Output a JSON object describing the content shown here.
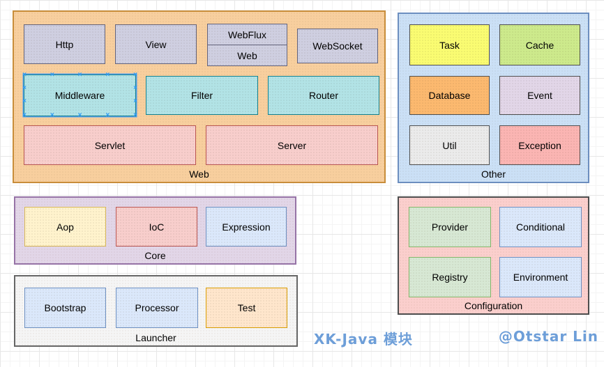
{
  "footer": {
    "diagram_title": "XK-Java 模块",
    "credit": "@Otstar Lin"
  },
  "selection": {
    "selected_module": "Middleware"
  },
  "modules": {
    "web": {
      "label": "Web",
      "items": {
        "http": "Http",
        "view": "View",
        "webflux": "WebFlux",
        "web": "Web",
        "websocket": "WebSocket",
        "middleware": "Middleware",
        "filter": "Filter",
        "router": "Router",
        "servlet": "Servlet",
        "server": "Server"
      }
    },
    "other": {
      "label": "Other",
      "items": {
        "task": "Task",
        "cache": "Cache",
        "database": "Database",
        "event": "Event",
        "util": "Util",
        "exception": "Exception"
      }
    },
    "core": {
      "label": "Core",
      "items": {
        "aop": "Aop",
        "ioc": "IoC",
        "expression": "Expression"
      }
    },
    "launcher": {
      "label": "Launcher",
      "items": {
        "bootstrap": "Bootstrap",
        "processor": "Processor",
        "test": "Test"
      }
    },
    "configuration": {
      "label": "Configuration",
      "items": {
        "provider": "Provider",
        "conditional": "Conditional",
        "registry": "Registry",
        "environment": "Environment"
      }
    }
  },
  "colors": {
    "web_container": "#f8cf9e",
    "other_container": "#cbe0f6",
    "core_container": "#e2d6e8",
    "launcher_container": "#f5f5f5",
    "configuration_container": "#fbcfcd",
    "lavender_box": "#cfcfe1",
    "teal_box": "#b2e3e6",
    "pink_box": "#f8cecc",
    "yellow_box": "#fafc72",
    "green_box": "#cdea8c",
    "orange_box": "#fcb96f",
    "gray_box": "#ebebeb",
    "blue_box": "#dbe8fb",
    "caption_text": "#6d9ed8",
    "selection_handle": "#2e9bf5"
  }
}
